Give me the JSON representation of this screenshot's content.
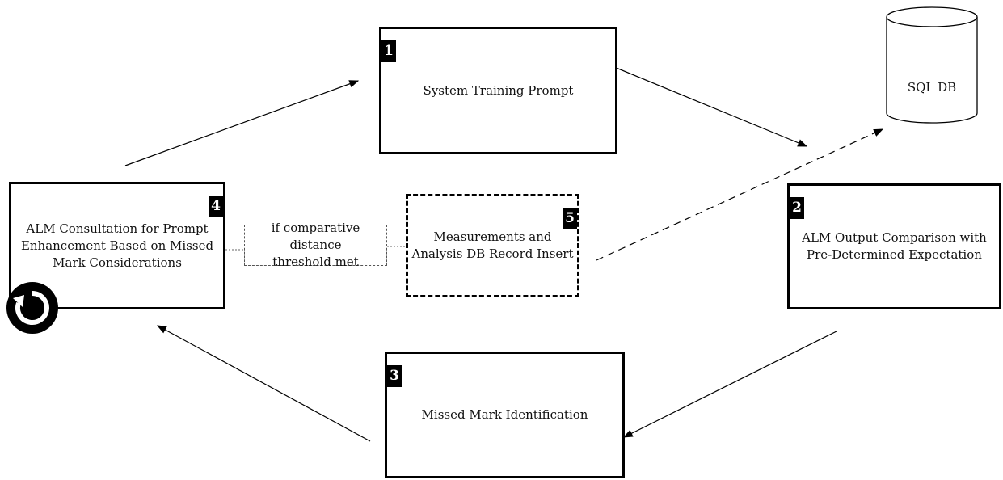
{
  "diagram": {
    "nodes": {
      "step1": {
        "number": "1",
        "label": "System Training Prompt"
      },
      "step2": {
        "number": "2",
        "label": "ALM Output Comparison with\nPre-Determined Expectation"
      },
      "step3": {
        "number": "3",
        "label": "Missed Mark Identification"
      },
      "step4": {
        "number": "4",
        "label": "ALM Consultation for Prompt\nEnhancement Based on Missed\nMark Considerations"
      },
      "step5": {
        "number": "5",
        "label": "Measurements and\nAnalysis DB Record Insert"
      },
      "condition": {
        "label": "if comparative distance\nthreshold met"
      },
      "database": {
        "label": "SQL DB"
      }
    },
    "icons": {
      "loop": "refresh-icon"
    }
  }
}
